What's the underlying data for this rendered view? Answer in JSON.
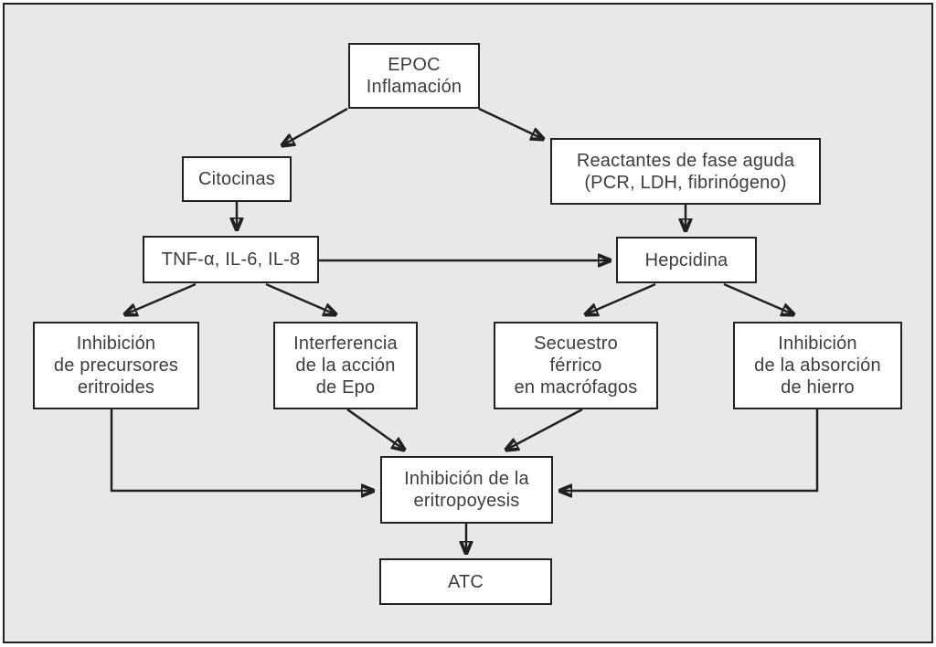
{
  "figure": {
    "type": "flowchart",
    "language": "es",
    "background_color": "#e8e8e7",
    "frame_border_color": "#231f20",
    "node_fill_color": "#ffffff",
    "node_border_color": "#232021",
    "text_color": "#3d3d3f",
    "arrow_color": "#232021"
  },
  "nodes": {
    "epoc": {
      "label": "EPOC\nInflamación"
    },
    "citocinas": {
      "label": "Citocinas"
    },
    "reactantes": {
      "label": "Reactantes de fase aguda\n(PCR, LDH, fibrinógeno)"
    },
    "tnf": {
      "label": "TNF-α, IL-6, IL-8"
    },
    "hepcidina": {
      "label": "Hepcidina"
    },
    "precursores": {
      "label": "Inhibición\nde precursores\neritroides"
    },
    "interferencia": {
      "label": "Interferencia\nde la acción\nde Epo"
    },
    "secuestro": {
      "label": "Secuestro\nférrico\nen macrófagos"
    },
    "absorcion": {
      "label": "Inhibición\nde la absorción\nde hierro"
    },
    "eritropoyesis": {
      "label": "Inhibición de la\neritropoyesis"
    },
    "atc": {
      "label": "ATC"
    }
  },
  "edges": [
    {
      "from": "epoc",
      "to": "citocinas"
    },
    {
      "from": "epoc",
      "to": "reactantes"
    },
    {
      "from": "citocinas",
      "to": "tnf"
    },
    {
      "from": "reactantes",
      "to": "hepcidina"
    },
    {
      "from": "tnf",
      "to": "hepcidina"
    },
    {
      "from": "tnf",
      "to": "precursores"
    },
    {
      "from": "tnf",
      "to": "interferencia"
    },
    {
      "from": "hepcidina",
      "to": "secuestro"
    },
    {
      "from": "hepcidina",
      "to": "absorcion"
    },
    {
      "from": "precursores",
      "to": "eritropoyesis"
    },
    {
      "from": "interferencia",
      "to": "eritropoyesis"
    },
    {
      "from": "secuestro",
      "to": "eritropoyesis"
    },
    {
      "from": "absorcion",
      "to": "eritropoyesis"
    },
    {
      "from": "eritropoyesis",
      "to": "atc"
    }
  ]
}
